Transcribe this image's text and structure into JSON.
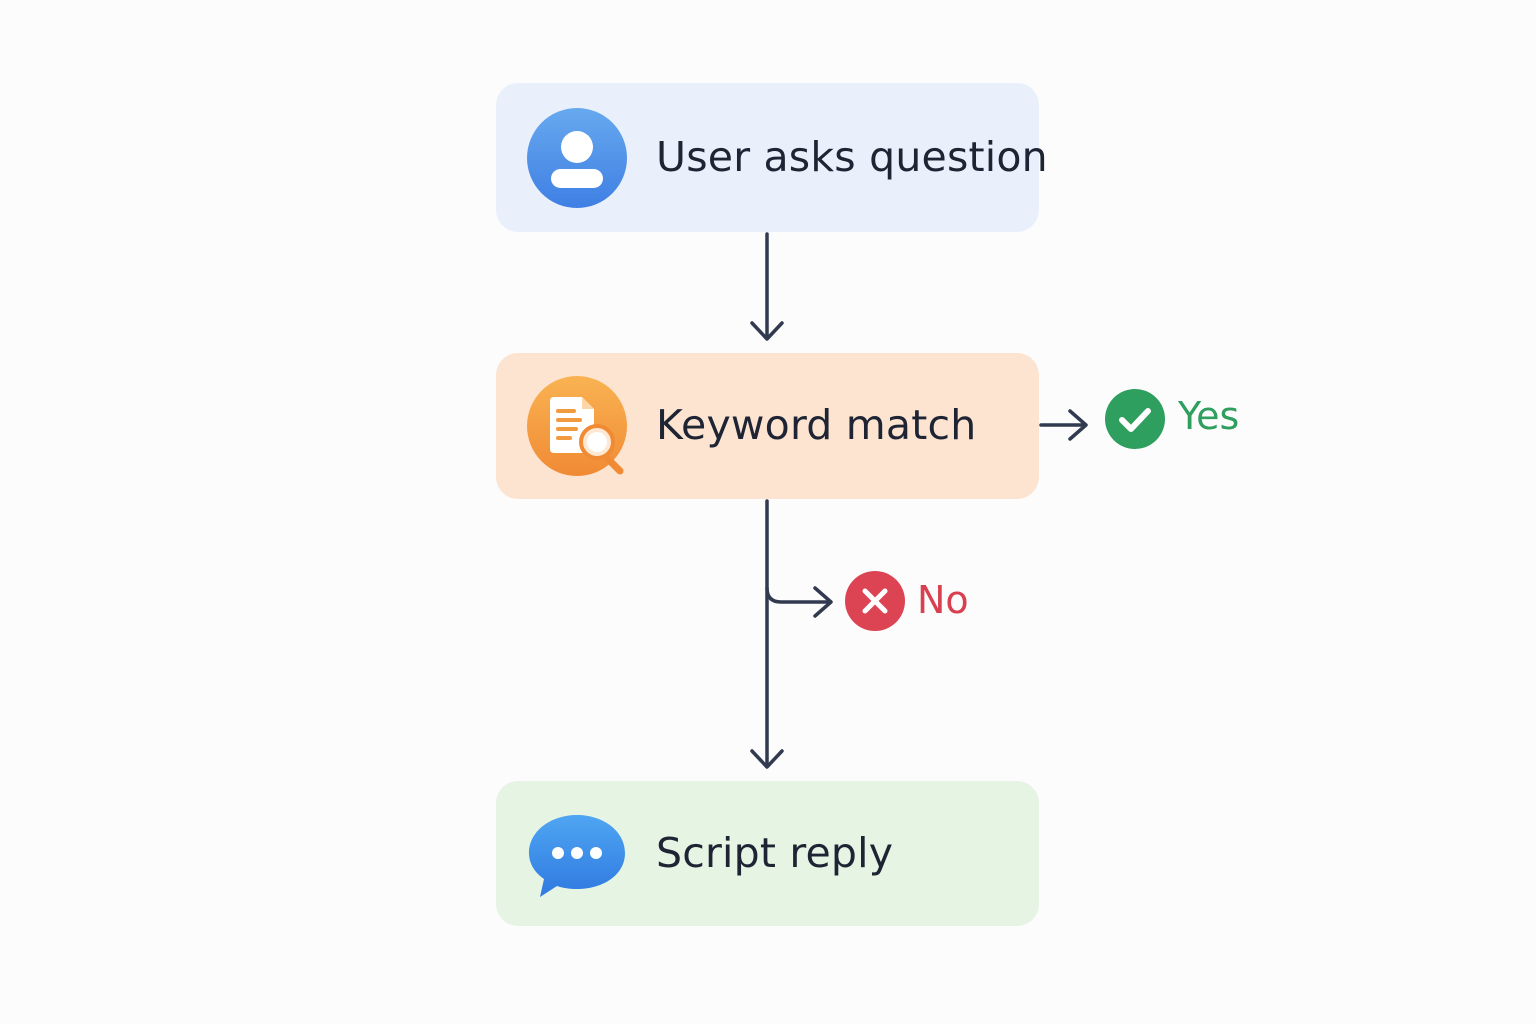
{
  "nodes": {
    "user": {
      "label": "User asks question",
      "icon": "user-icon",
      "color": "#e9f0fb"
    },
    "keyword": {
      "label": "Keyword match",
      "icon": "document-search-icon",
      "color": "#fde4d1"
    },
    "script": {
      "label": "Script reply",
      "icon": "chat-bubble-icon",
      "color": "#e6f4e3"
    }
  },
  "branches": {
    "yes": {
      "label": "Yes",
      "icon": "check-circle-icon",
      "color": "#2e9f5f"
    },
    "no": {
      "label": "No",
      "icon": "x-circle-icon",
      "color": "#d8404f"
    }
  },
  "connector_color": "#323a4f"
}
